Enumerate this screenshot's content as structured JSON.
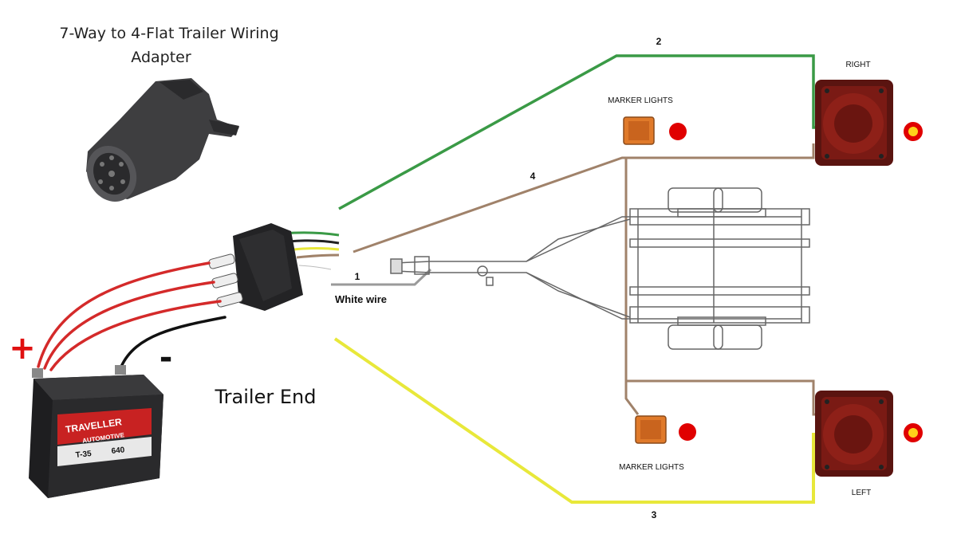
{
  "title_line1": "7-Way to 4-Flat Trailer Wiring",
  "title_line2": "Adapter",
  "trailer_end": "Trailer End",
  "white_wire_label": "White wire",
  "marker_lights_top": "MARKER LIGHTS",
  "marker_lights_bottom": "MARKER LIGHTS",
  "right_label": "RIGHT",
  "left_label": "LEFT",
  "wire_numbers": {
    "white": "1",
    "green": "2",
    "yellow": "3",
    "brown": "4"
  },
  "battery": {
    "plus": "+",
    "minus": "-",
    "brand": "TRAVELLER",
    "sub": "AUTOMOTIVE",
    "model": "T-35",
    "cca": "640"
  },
  "colors": {
    "green_wire": "#3a9a46",
    "brown_wire": "#a0826a",
    "yellow_wire": "#e8e83a",
    "white_wire": "#9a9a9a",
    "red_wire": "#d42a2a",
    "light_red": "#7a1a14",
    "amber": "#ffd11a",
    "marker_orange": "#e07a2a"
  }
}
